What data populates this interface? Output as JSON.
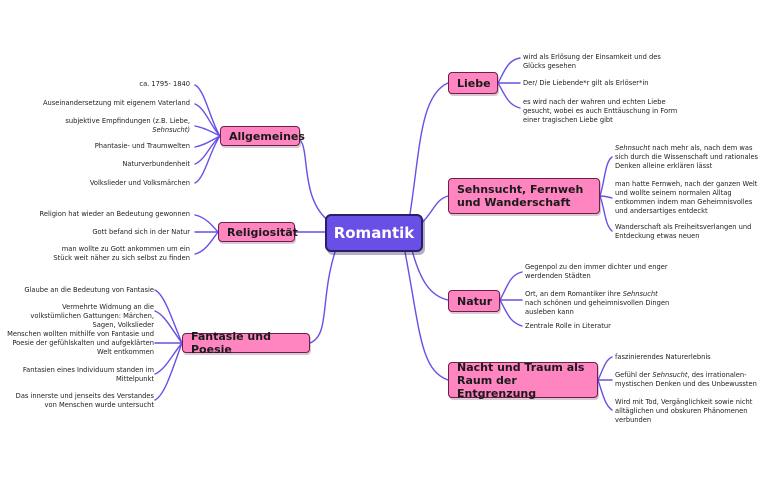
{
  "central": {
    "label": "Romantik"
  },
  "colors": {
    "central": "#6a4fe6",
    "topic": "#ff85c1",
    "line": "#6a4fe6"
  },
  "topics": {
    "allgemeines": {
      "label": "Allgemeines",
      "items": [
        "ca. 1795- 1840",
        "Auseinandersetzung mit eigenem Vaterland",
        "subjektive Empfindungen (z.B. Liebe,",
        "Sehnsucht)",
        "Phantasie- und Traumwelten",
        "Naturverbundenheit",
        "Volkslieder und Volksmärchen"
      ]
    },
    "religiositaet": {
      "label": "Religiosität",
      "items": [
        "Religion hat wieder an Bedeutung gewonnen",
        "Gott befand sich in der Natur",
        "man wollte zu Gott ankommen um ein Stück weit näher zu sich selbst zu finden"
      ]
    },
    "fantasie": {
      "label": "Fantasie und Poesie",
      "items": [
        "Glaube an die Bedeutung von Fantasie",
        "Vermehrte Widmung an die volkstümlichen Gattungen: Märchen, Sagen, Volkslieder",
        "Menschen wollten mithilfe von Fantasie und Poesie der gefühlskalten und aufgeklärten Welt entkommen",
        "Fantasien eines Individuum standen im Mittelpunkt",
        "Das innerste und jenseits des Verstandes von Menschen wurde untersucht"
      ]
    },
    "liebe": {
      "label": "Liebe",
      "items": [
        "wird als Erlösung der Einsamkeit und des Glücks gesehen",
        "Der/ Die Liebende*r gilt als Erlöser*in",
        "es wird nach der wahren und echten Liebe gesucht, wobei es auch Enttäuschung in Form einer tragischen Liebe gibt"
      ]
    },
    "sehnsucht": {
      "label": "Sehnsucht, Fernweh und Wanderschaft",
      "items": [
        "Sehnsucht",
        " nach mehr als, nach dem was sich durch die Wissenschaft und rationales Denken alleine erklären lässt",
        "man hatte Fernweh, nach der ganzen Welt und wollte seinem normalen Alltag entkommen indem man Geheimnisvolles und andersartiges entdeckt",
        "Wanderschaft als Freiheitsverlangen und Entdeckung etwas neuen"
      ]
    },
    "natur": {
      "label": "Natur",
      "items": [
        "Gegenpol zu den immer dichter und enger werdenden Städten",
        "Ort, an dem Romantiker ihre ",
        "Sehnsucht",
        " nach schönen und geheimnisvollen Dingen ausleben kann",
        "Zentrale Rolle in Literatur"
      ]
    },
    "nacht": {
      "label": "Nacht und Traum als Raum der Entgrenzung",
      "items": [
        "faszinierendes Naturerlebnis",
        "Gefühl der ",
        "Sehnsucht",
        ", des irrationalen-mystischen Denken und des Unbewussten",
        "Wird mit Tod, Vergänglichkeit sowie nicht alltäglichen und obskuren Phänomenen verbunden"
      ]
    }
  }
}
